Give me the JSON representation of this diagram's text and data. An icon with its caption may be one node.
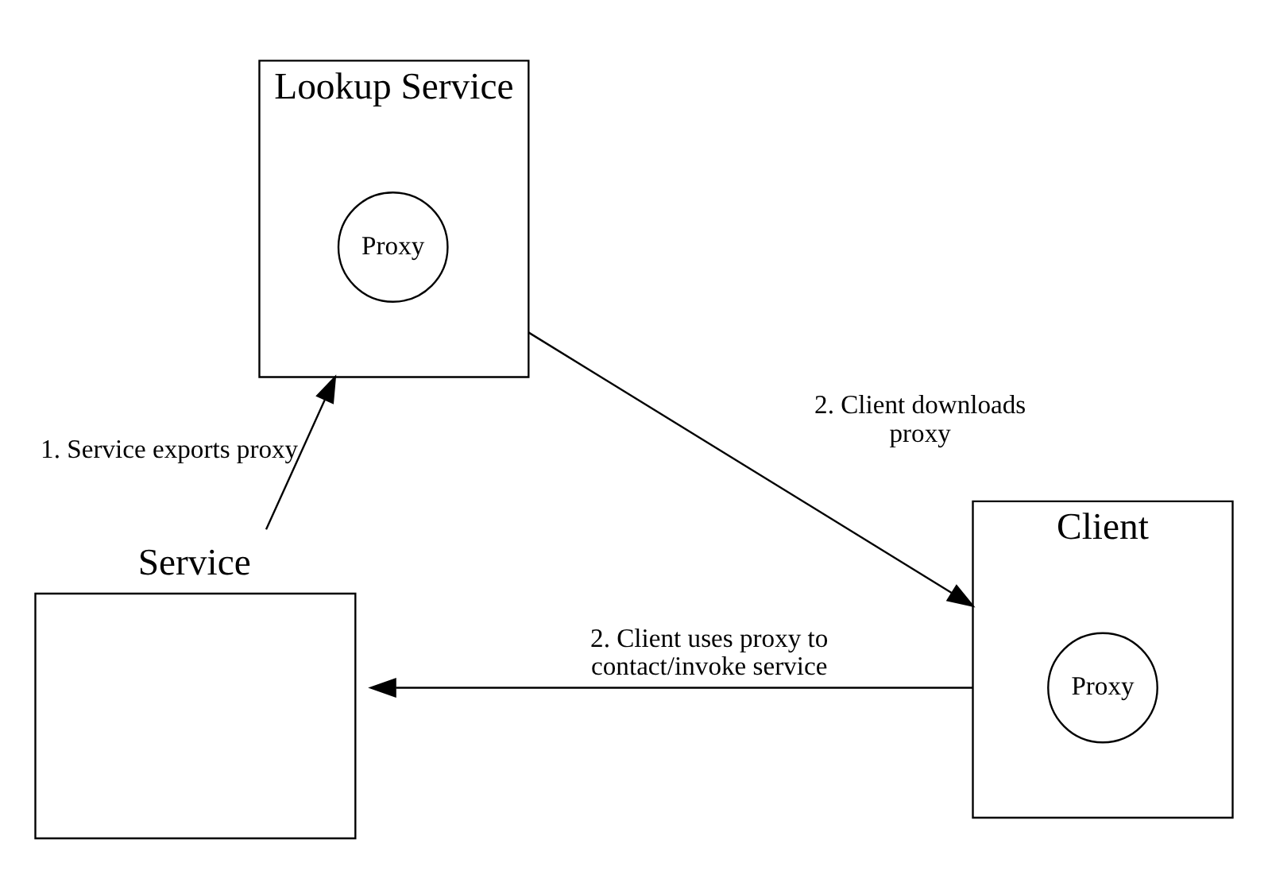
{
  "diagram": {
    "nodes": [
      {
        "text": [
          "Lookup Service"
        ]
      },
      {
        "text": [
          "Proxy"
        ],
        "in": 0
      },
      {
        "text": [
          "Service"
        ]
      },
      {
        "text": [
          "Client"
        ]
      },
      {
        "text": [
          "Proxy"
        ],
        "in": 3
      }
    ],
    "edges": [
      {
        "from": 2,
        "to": 0,
        "arrow": "to",
        "label": "1. Service exports proxy"
      },
      {
        "from": 0,
        "to": 3,
        "arrow": "to",
        "label": "2. Client downloads proxy"
      },
      {
        "from": 3,
        "to": 2,
        "arrow": "to",
        "label": "2. Client uses proxy to contact/invoke service"
      }
    ]
  }
}
